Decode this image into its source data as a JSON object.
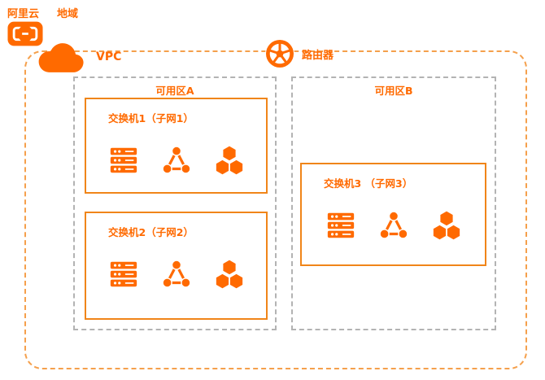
{
  "colors": {
    "accent": "#FF6A00",
    "region_border": "#F5A04C",
    "zone_border": "#B3B3B3",
    "switch_border": "#F08519",
    "background": "#FFFFFF"
  },
  "header": {
    "brand": "阿里云",
    "region": "地域"
  },
  "vpc": {
    "label": "VPC"
  },
  "router": {
    "label": "路由器"
  },
  "zones": [
    {
      "label": "可用区A",
      "switches": [
        {
          "label": "交换机1（子网1）"
        },
        {
          "label": "交换机2（子网2）"
        }
      ]
    },
    {
      "label": "可用区B",
      "switches": [
        {
          "label": "交换机3 （子网3）"
        }
      ]
    }
  ],
  "icons": {
    "brand": "alibaba-cloud-logo-icon",
    "vpc": "cloud-icon",
    "router": "router-wheel-icon",
    "switch_resources": [
      "server-stack-icon",
      "network-node-icon",
      "hexagon-cluster-icon"
    ]
  }
}
